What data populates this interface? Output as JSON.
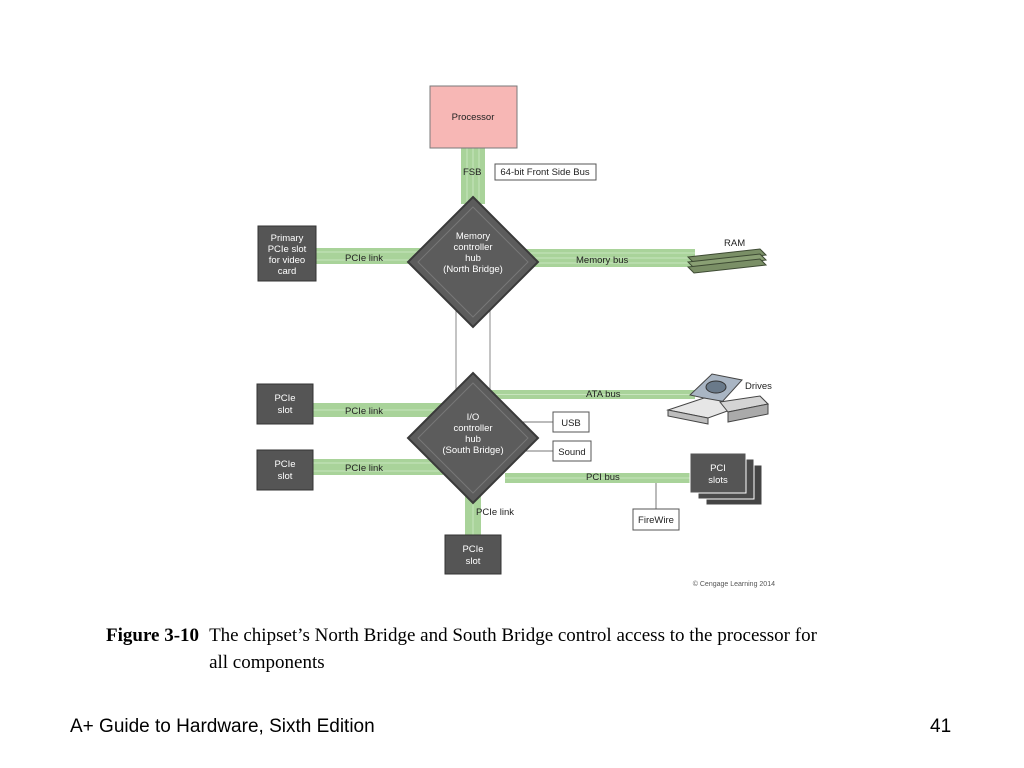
{
  "diagram": {
    "processor": "Processor",
    "fsb": "FSB",
    "fsb_note": "64-bit Front Side Bus",
    "north_bridge": [
      "Memory",
      "controller",
      "hub",
      "(North Bridge)"
    ],
    "south_bridge": [
      "I/O",
      "controller",
      "hub",
      "(South Bridge)"
    ],
    "primary_slot": [
      "Primary",
      "PCIe slot",
      "for video",
      "card"
    ],
    "pcie_slot": [
      "PCIe",
      "slot"
    ],
    "pcie_link": "PCIe link",
    "memory_bus": "Memory bus",
    "ram": "RAM",
    "ata_bus": "ATA bus",
    "drives": "Drives",
    "usb": "USB",
    "sound": "Sound",
    "pci_bus": "PCI bus",
    "pci_slots": [
      "PCI",
      "slots"
    ],
    "firewire": "FireWire",
    "copyright": "© Cengage Learning 2014"
  },
  "caption": {
    "figure": "Figure 3-10",
    "text": "The chipset’s North Bridge and South Bridge control access to the processor for all components"
  },
  "footer": {
    "book": "A+ Guide to Hardware, Sixth Edition",
    "page": "41"
  },
  "colors": {
    "bus_green": "#a9d39a",
    "processor_fill": "#f7b7b5",
    "hub_fill": "#5c5c5c",
    "slot_fill": "#555555"
  }
}
